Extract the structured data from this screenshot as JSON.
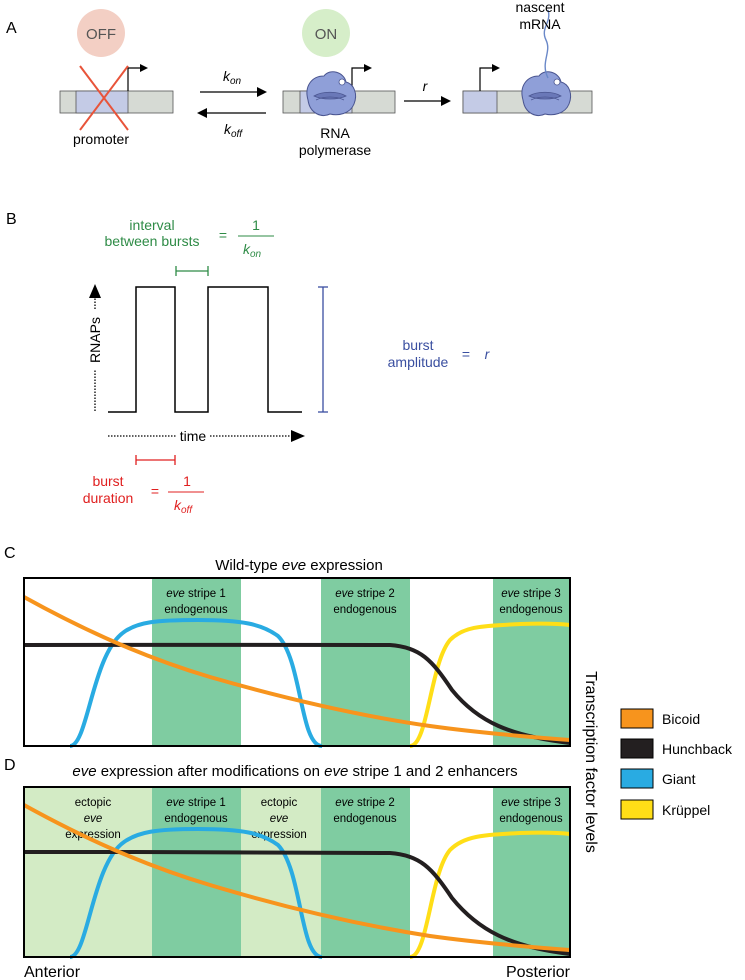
{
  "panelA": {
    "letter": "A",
    "off_label": "OFF",
    "on_label": "ON",
    "kon_k": "k",
    "kon_sub": "on",
    "koff_k": "k",
    "koff_sub": "off",
    "r_label": "r",
    "nascent_line1": "nascent",
    "nascent_line2": "mRNA",
    "promoter_label": "promoter",
    "rnapol_line1": "RNA",
    "rnapol_line2": "polymerase"
  },
  "panelB": {
    "letter": "B",
    "interval_line1": "interval",
    "interval_line2": "between bursts",
    "equals": "=",
    "one": "1",
    "k": "k",
    "sub_on": "on",
    "sub_off": "off",
    "y_axis": "RNAPs",
    "x_axis": "time",
    "amp_line1": "burst",
    "amp_line2": "amplitude",
    "amp_r": "r",
    "dur_line1": "burst",
    "dur_line2": "duration"
  },
  "panelC": {
    "letter": "C",
    "title_pre": "Wild-type ",
    "title_em": "eve",
    "title_post": " expression",
    "stripes": [
      {
        "em": "eve",
        "rest": " stripe 1",
        "line2": "endogenous"
      },
      {
        "em": "eve",
        "rest": " stripe 2",
        "line2": "endogenous"
      },
      {
        "em": "eve",
        "rest": " stripe 3",
        "line2": "endogenous"
      }
    ]
  },
  "panelD": {
    "letter": "D",
    "title_parts": [
      "eve",
      " expression after modifications on ",
      "eve",
      " stripe 1 and 2 enhancers"
    ],
    "ectopic": {
      "line1": "ectopic",
      "line2": "eve",
      "line3": "expression"
    },
    "stripes": [
      {
        "em": "eve",
        "rest": " stripe 1",
        "line2": "endogenous"
      },
      {
        "em": "eve",
        "rest": " stripe 2",
        "line2": "endogenous"
      },
      {
        "em": "eve",
        "rest": " stripe 3",
        "line2": "endogenous"
      }
    ],
    "anterior": "Anterior",
    "posterior": "Posterior"
  },
  "y_axis_label": "Transcription factor levels",
  "legend": [
    {
      "name": "Bicoid",
      "color": "#f7941d"
    },
    {
      "name": "Hunchback",
      "color": "#231f20"
    },
    {
      "name": "Giant",
      "color": "#29abe2"
    },
    {
      "name": "Krüppel",
      "color": "#ffde17"
    }
  ],
  "colors": {
    "green_text": "#2e8b46",
    "blue_text": "#3a4fa0",
    "red_text": "#e02020",
    "stripe": "#7fcca1",
    "ectopic": "#d3ebc5",
    "off_circle": "#f3cfc4",
    "on_circle": "#d6eec9",
    "polymerase": "#8f9fd8"
  }
}
